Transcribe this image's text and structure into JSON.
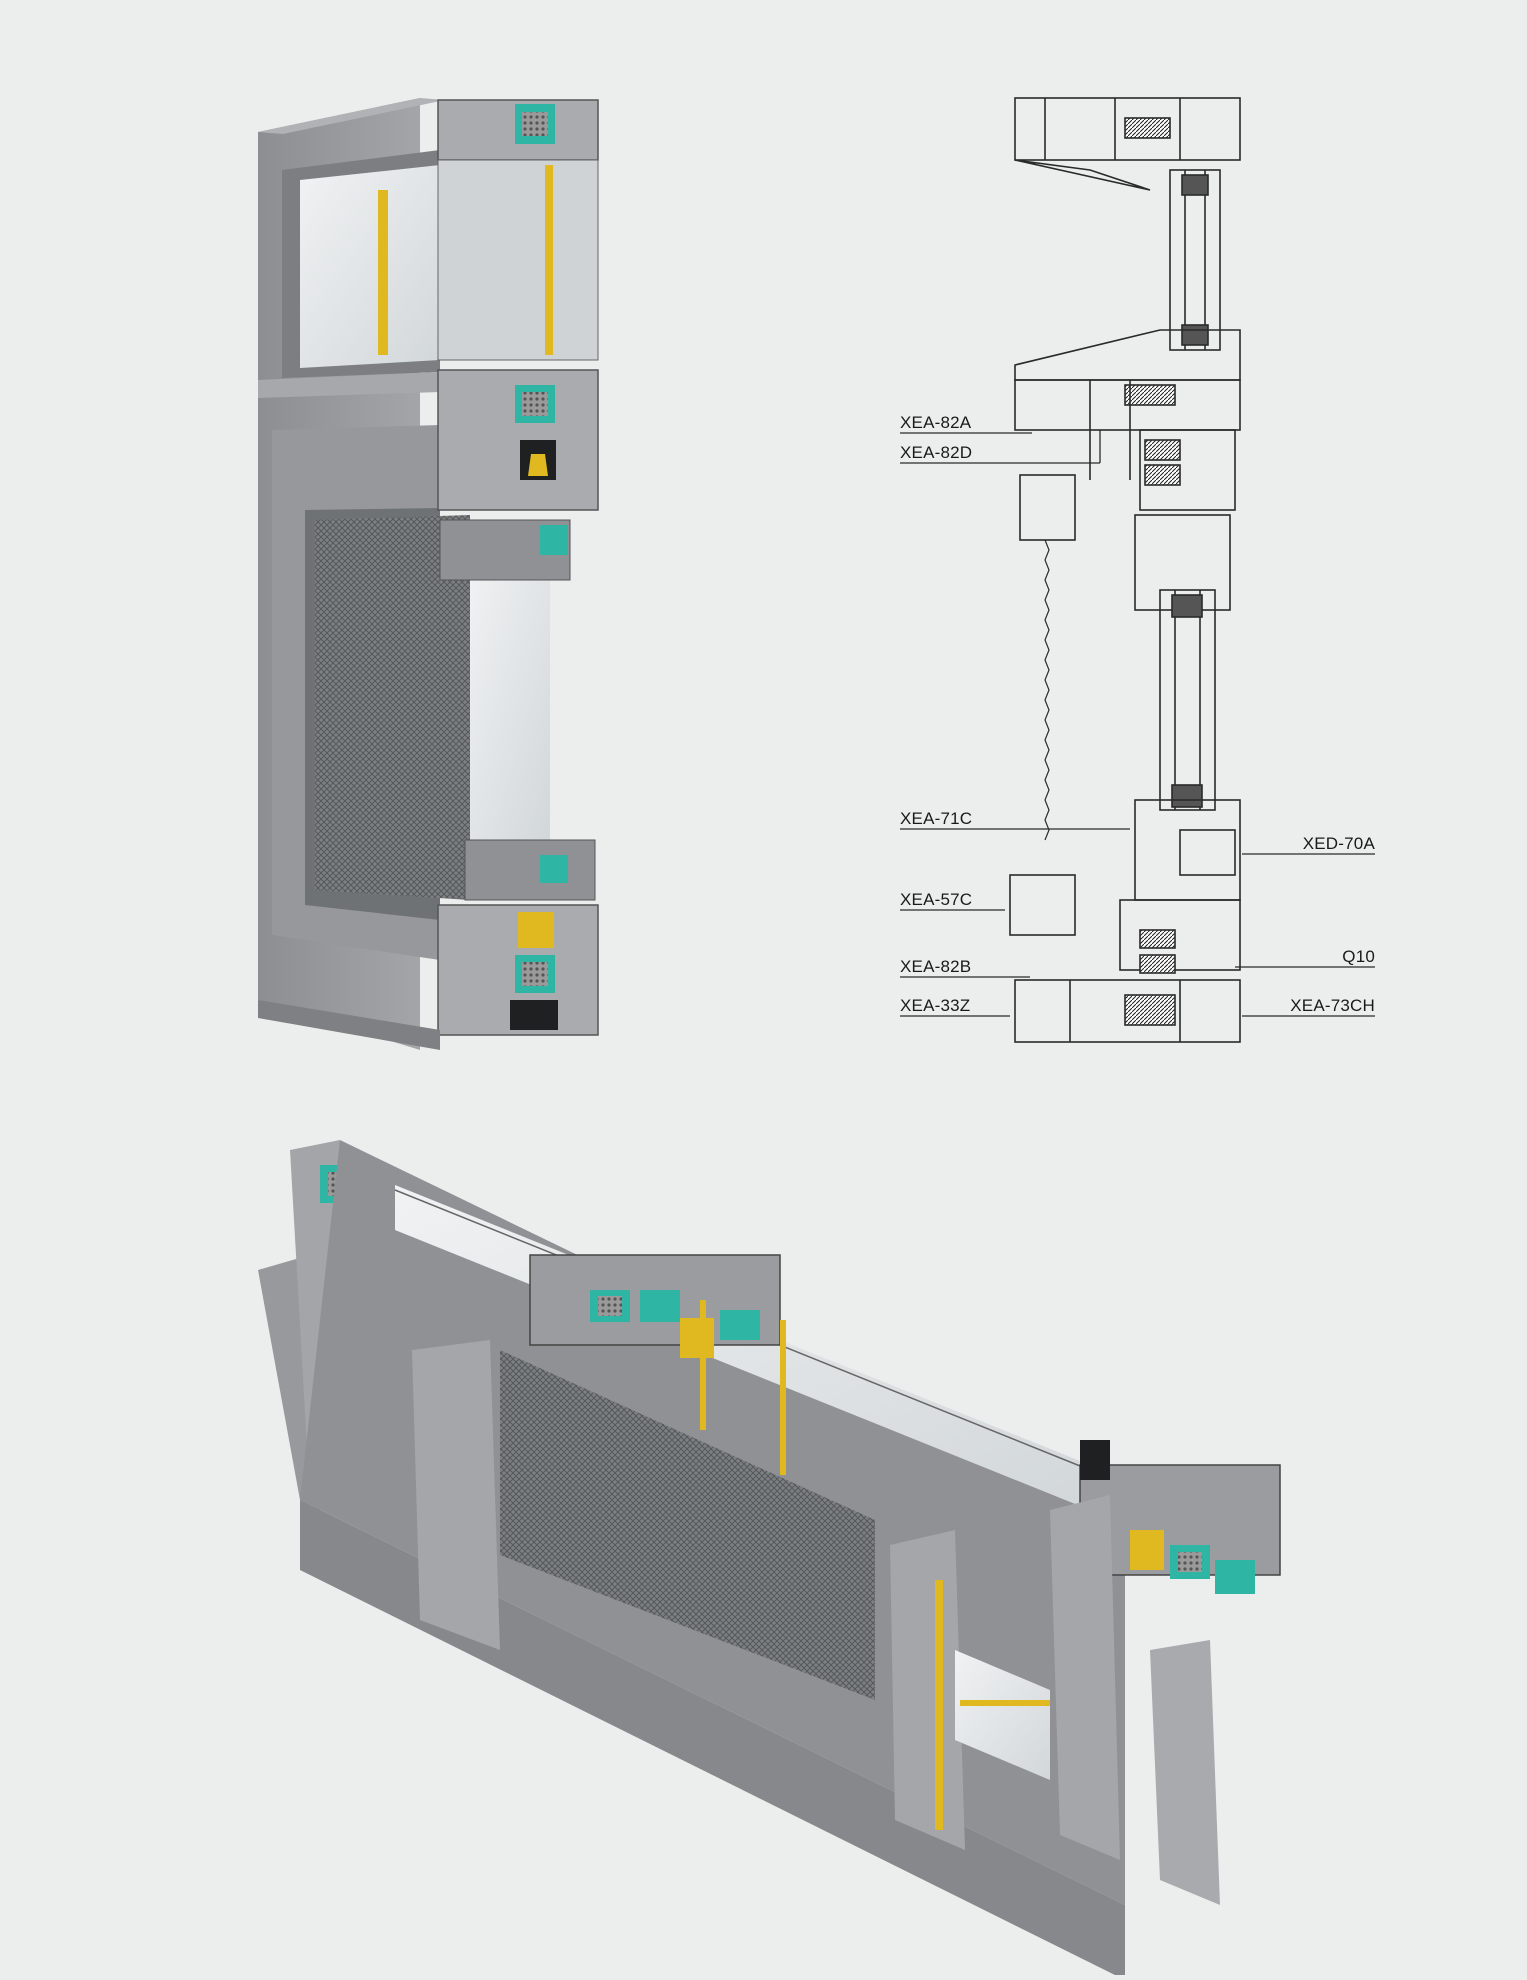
{
  "colors": {
    "background": "#eceeee",
    "frame_gray": "#8f9194",
    "frame_face": "#9b9da0",
    "frame_dark": "#6c6e71",
    "thermal_break_teal": "#2fb5a4",
    "gasket_yellow": "#e0b81f",
    "glass": "#dfe3e4",
    "mesh": "#5b5e61",
    "line": "#2a2a2a"
  },
  "callouts": {
    "left": [
      {
        "label": "XEA-82A"
      },
      {
        "label": "XEA-82D"
      },
      {
        "label": "XEA-71C"
      },
      {
        "label": "XEA-57C"
      },
      {
        "label": "XEA-82B"
      },
      {
        "label": "XEA-33Z"
      }
    ],
    "right": [
      {
        "label": "XED-70A"
      },
      {
        "label": "Q10"
      },
      {
        "label": "XEA-73CH"
      }
    ]
  }
}
